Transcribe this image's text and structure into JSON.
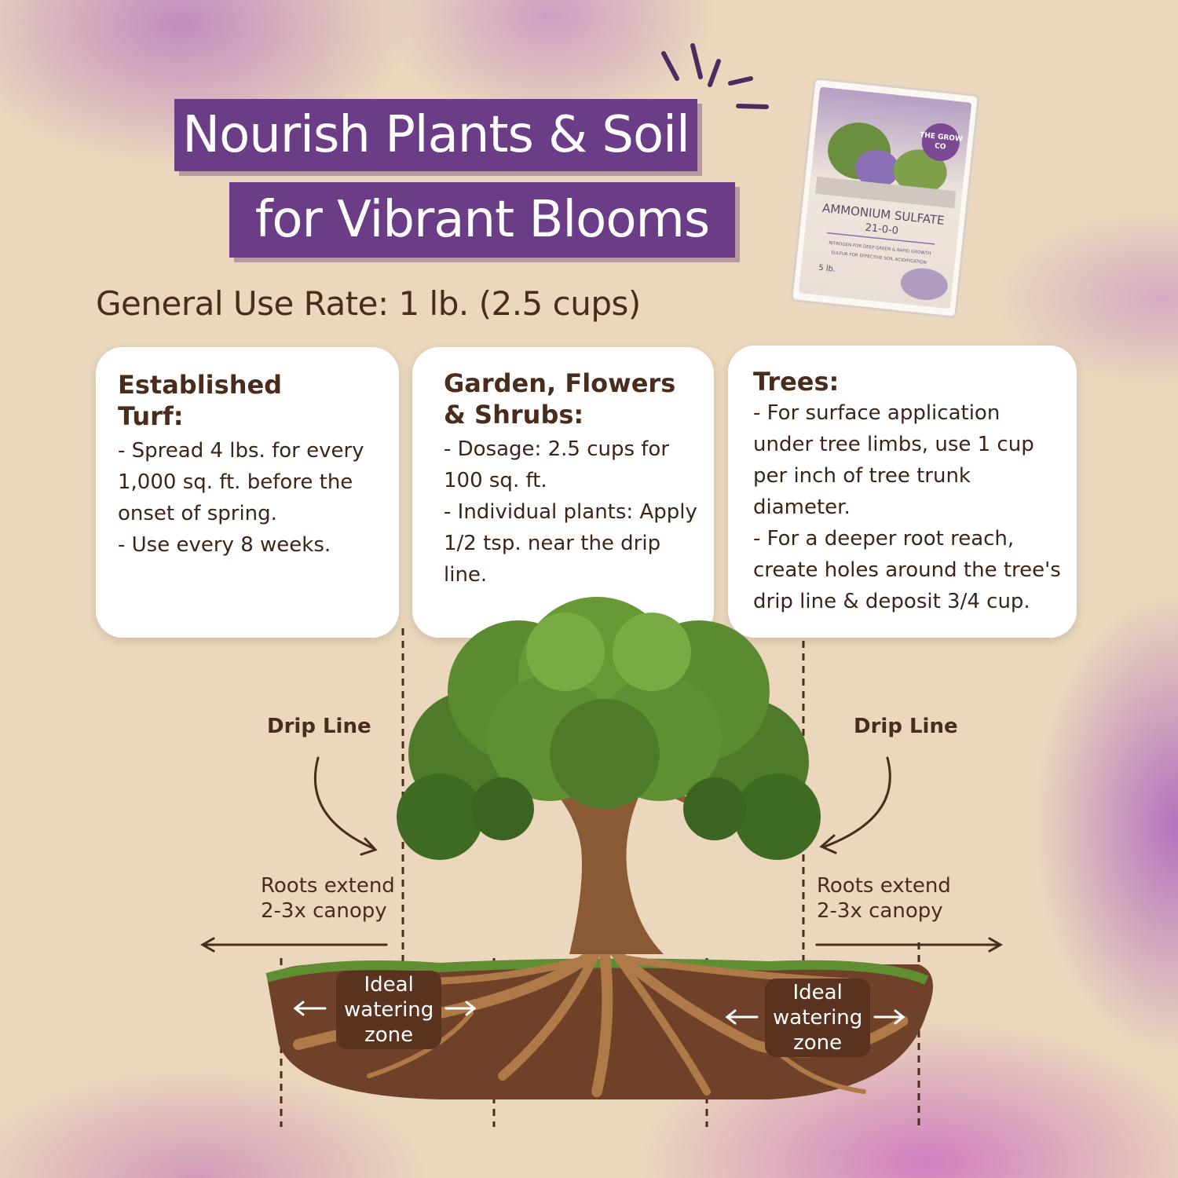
{
  "title": {
    "line1": "Nourish Plants & Soil",
    "line2": "for Vibrant Blooms"
  },
  "use_rate": "General Use Rate: 1 lb. (2.5 cups)",
  "cards": [
    {
      "heading": "Established Turf:",
      "body": "- Spread 4 lbs. for every 1,000 sq. ft. before the onset of spring.\n- Use every 8 weeks."
    },
    {
      "heading": "Garden, Flowers & Shrubs:",
      "body": "- Dosage: 2.5 cups for 100 sq. ft.\n- Individual plants: Apply 1/2 tsp. near the drip line."
    },
    {
      "heading": "Trees:",
      "body": "- For surface application under tree limbs, use 1 cup per inch of tree trunk diameter.\n- For a deeper root reach, create holes around the tree's drip line & deposit 3/4 cup."
    }
  ],
  "diagram": {
    "drip_line_left": "Drip Line",
    "drip_line_right": "Drip Line",
    "roots_left": "Roots extend\n2-3x canopy",
    "roots_right": "Roots extend\n2-3x canopy",
    "zone_left": "Ideal\nwatering\nzone",
    "zone_right": "Ideal\nwatering\nzone"
  },
  "product": {
    "brand": "THE GROW CO",
    "name": "AMMONIUM SULFATE",
    "npk": "21-0-0",
    "tagline1": "NITROGEN FOR DEEP GREEN & RAPID GROWTH",
    "tagline2": "SULFUR FOR EFFECTIVE SOIL ACIDIFICATION",
    "weight": "5 lb."
  },
  "colors": {
    "title_bg": "#6b3d87",
    "text_brown": "#4a2c1d",
    "card_bg": "#ffffff",
    "background": "#ead7bd"
  }
}
